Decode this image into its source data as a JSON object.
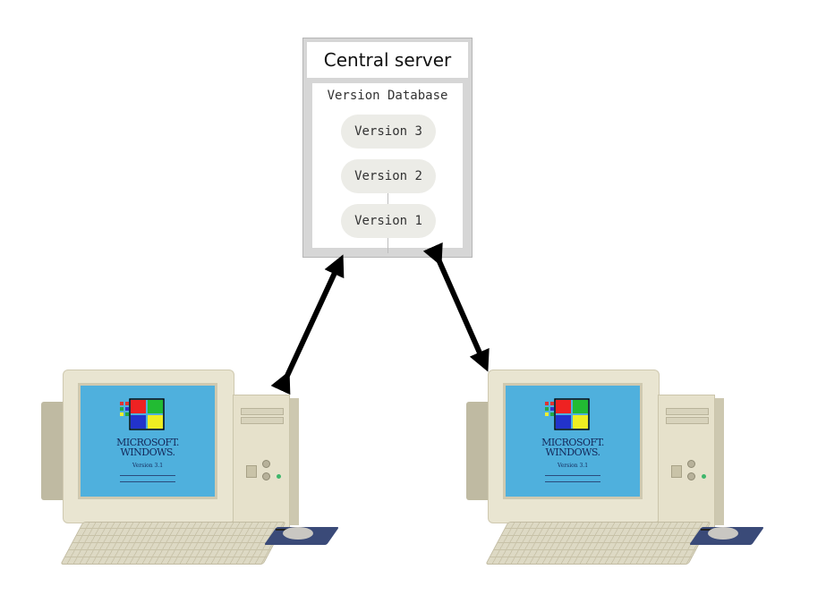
{
  "server": {
    "title": "Central server",
    "database_label": "Version Database",
    "versions": [
      "Version 3",
      "Version 2",
      "Version 1"
    ]
  },
  "computers": [
    {
      "screen_brand_line1": "MICROSOFT.",
      "screen_brand_line2": "WINDOWS.",
      "screen_version": "Version 3.1"
    },
    {
      "screen_brand_line1": "MICROSOFT.",
      "screen_brand_line2": "WINDOWS.",
      "screen_version": "Version 3.1"
    }
  ],
  "connections": [
    {
      "from": "computer-left",
      "to": "central-server",
      "direction": "bidirectional"
    },
    {
      "from": "computer-right",
      "to": "central-server",
      "direction": "bidirectional"
    }
  ],
  "colors": {
    "server_frame": "#d6d6d6",
    "version_pill": "#ecece7",
    "screen": "#4fb0dd",
    "arrow": "#000000"
  }
}
